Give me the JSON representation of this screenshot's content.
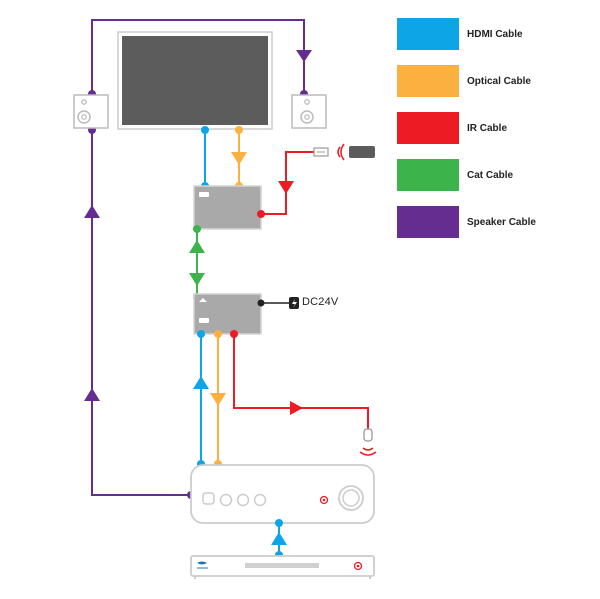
{
  "legend": {
    "items": [
      {
        "label": "HDMI Cable",
        "color": "#0ea5e6"
      },
      {
        "label": "Optical Cable",
        "color": "#fbb040"
      },
      {
        "label": "IR Cable",
        "color": "#ed1c24"
      },
      {
        "label": "Cat Cable",
        "color": "#3cb44b"
      },
      {
        "label": "Speaker Cable",
        "color": "#662d91"
      }
    ]
  },
  "power": {
    "label": "DC24V"
  },
  "colors": {
    "hdmi": "#0ea5e6",
    "optical": "#fbb040",
    "ir": "#ed1c24",
    "cat": "#3cb44b",
    "speaker": "#662d91",
    "tv_screen": "#5c5c5c",
    "device_box": "#a9a9a9",
    "outline": "#cccccc"
  },
  "icons": [
    "power-supply-icon",
    "ir-emitter-icon",
    "ir-receiver-icon",
    "speaker-icon",
    "tv-icon",
    "av-receiver-icon",
    "bluray-player-icon"
  ]
}
